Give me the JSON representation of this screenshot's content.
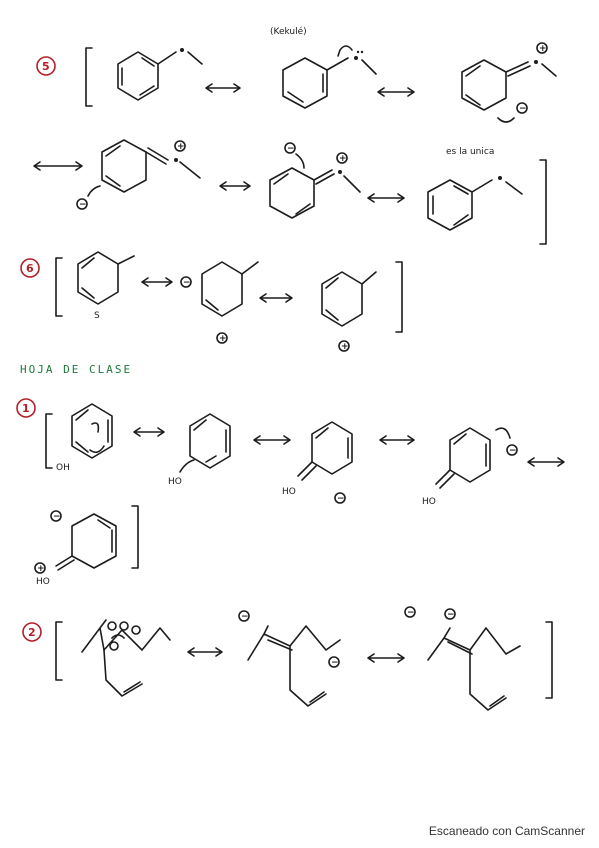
{
  "labels": {
    "kekule": "(Kekulé)",
    "es_la_unica": "es la unica",
    "oh_1": "OH",
    "ho_2": "HO",
    "ho_3": "HO",
    "ho_4": "HO",
    "ho_5": "HO",
    "s_label": "S"
  },
  "problems": {
    "p5": "5",
    "p6": "6",
    "p1": "1",
    "p2": "2"
  },
  "charge_marks": {
    "plus": "+",
    "minus": "−"
  },
  "section_title": "HOJA DE CLASE",
  "footer": "Escaneado con CamScanner",
  "colors": {
    "ink": "#1c1c1c",
    "problem_number_red": "#b3202a",
    "section_title_green": "#1e7a3a"
  }
}
